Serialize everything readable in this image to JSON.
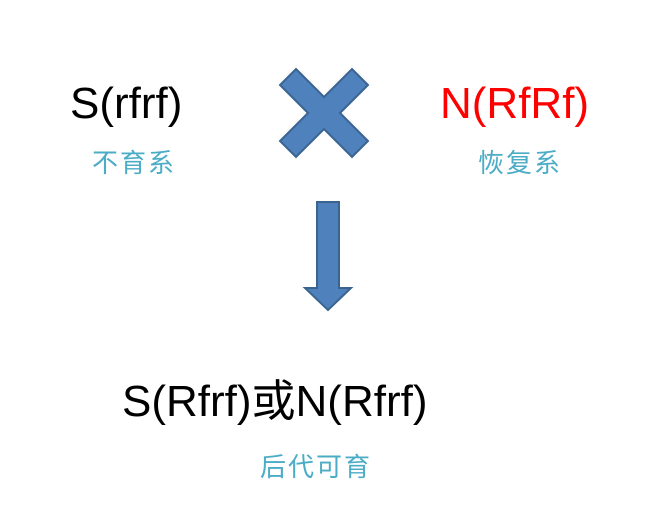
{
  "parents": {
    "female": {
      "genotype": "S(rfrf)",
      "description": "不育系",
      "color": "#000000"
    },
    "male": {
      "genotype": "N(RfRf)",
      "description": "恢复系",
      "color": "#ff0000"
    }
  },
  "cross_symbol": {
    "icon": "cross-icon",
    "fill": "#4f81bd",
    "stroke": "#3a6490"
  },
  "arrow": {
    "icon": "arrow-down-icon",
    "fill": "#4f81bd",
    "stroke": "#3a6490"
  },
  "offspring": {
    "genotype": "S(Rfrf)或N(Rfrf)",
    "description": "后代可育"
  },
  "colors": {
    "description_text": "#4bacc6",
    "shape_fill": "#4f81bd"
  }
}
